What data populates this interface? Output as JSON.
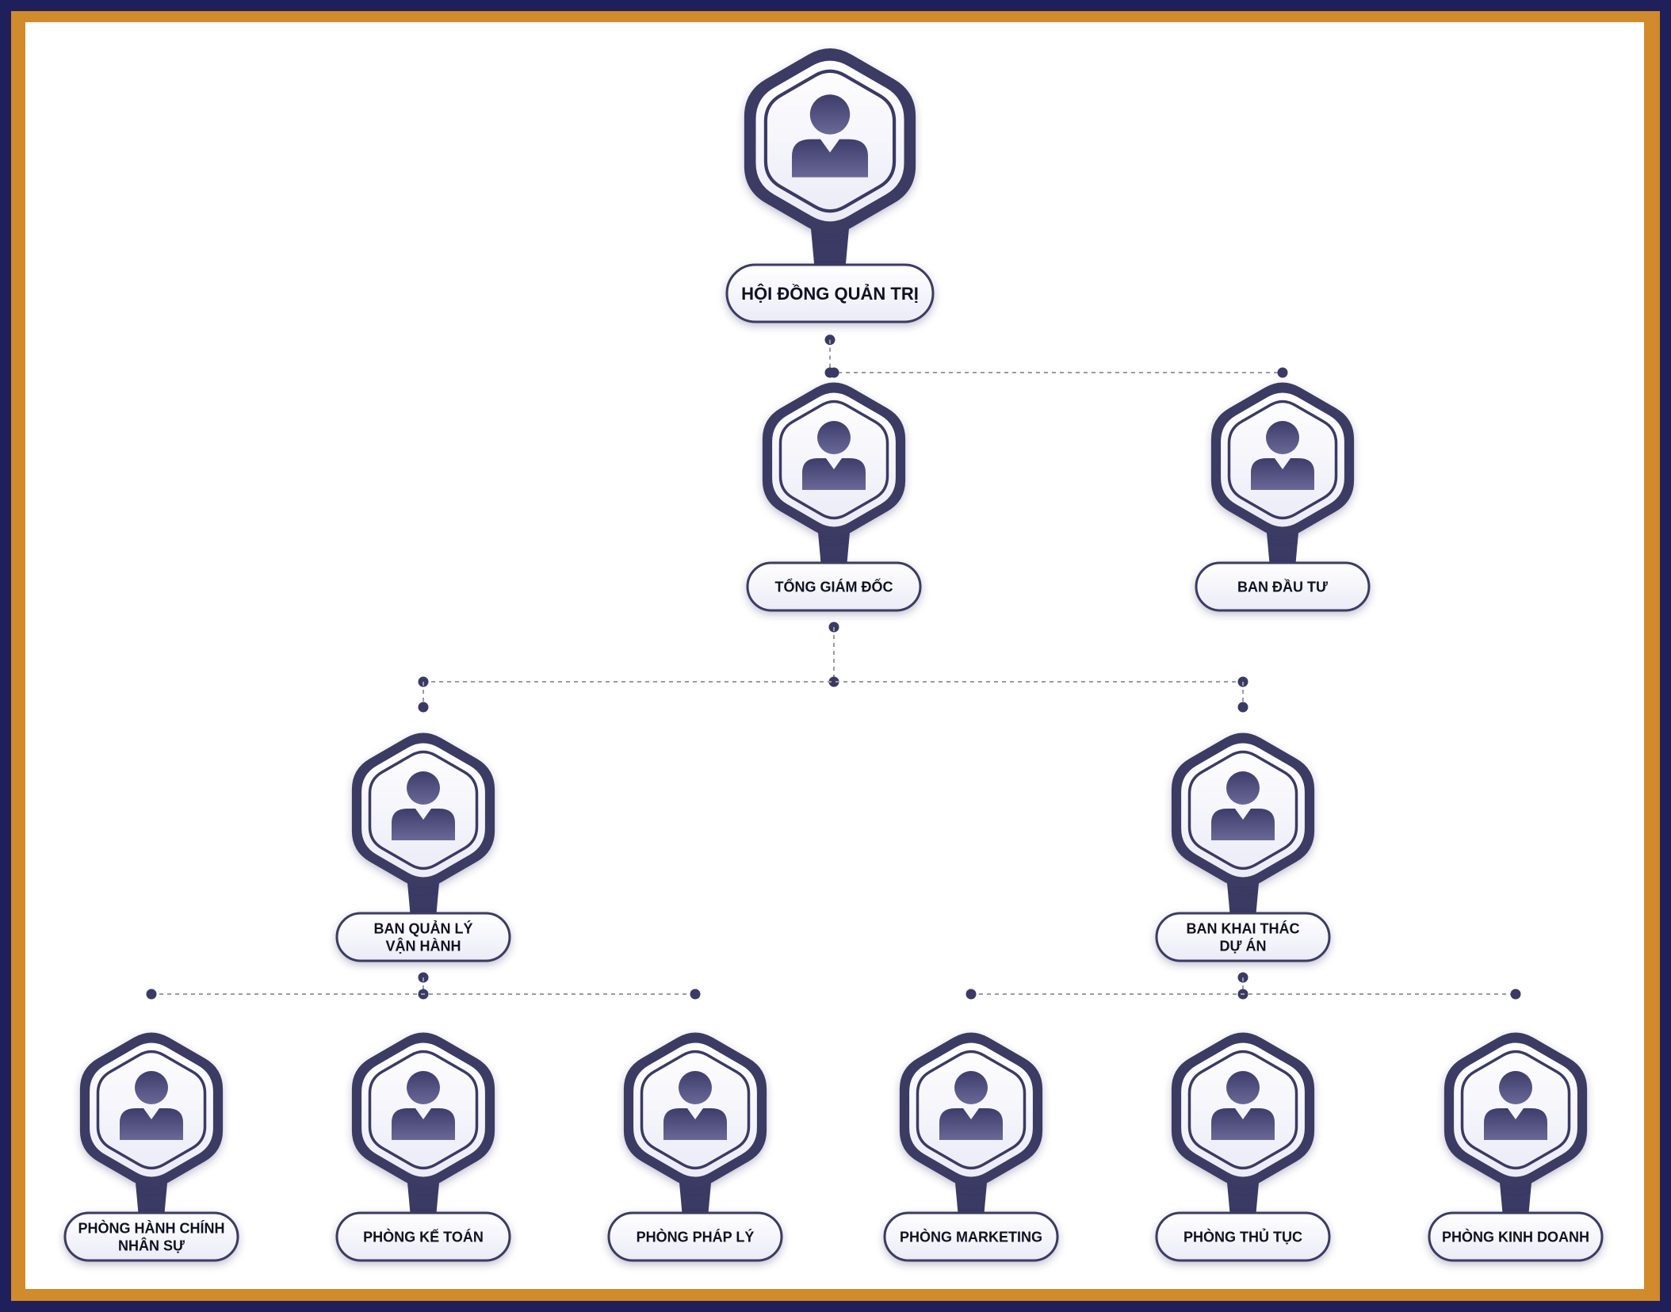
{
  "chart_data": {
    "type": "org-chart",
    "colors": {
      "outer_border": "#1f1f5c",
      "gold_border": "#d18a2c",
      "node_dark": "#3b3a64",
      "node_light": "#f3f3fb",
      "avatar": "#4e4c7a",
      "connector": "#9a9aa8",
      "text": "#111122"
    },
    "icon": "person-icon",
    "nodes": [
      {
        "id": "hdqt",
        "lines": [
          "HỘI ĐỒNG QUẢN TRỊ"
        ],
        "parent": null
      },
      {
        "id": "tgd",
        "lines": [
          "TỔNG GIÁM ĐỐC"
        ],
        "parent": "hdqt"
      },
      {
        "id": "bdt",
        "lines": [
          "BAN ĐẦU TƯ"
        ],
        "parent": "hdqt"
      },
      {
        "id": "bqlvh",
        "lines": [
          "BAN QUẢN LÝ",
          "VẬN HÀNH"
        ],
        "parent": "tgd"
      },
      {
        "id": "bktda",
        "lines": [
          "BAN KHAI THÁC",
          "DỰ ÁN"
        ],
        "parent": "tgd"
      },
      {
        "id": "phcns",
        "lines": [
          "PHÒNG HÀNH CHÍNH",
          "NHÂN SỰ"
        ],
        "parent": "bqlvh"
      },
      {
        "id": "pkt",
        "lines": [
          "PHÒNG KẾ TOÁN"
        ],
        "parent": "bqlvh"
      },
      {
        "id": "ppl",
        "lines": [
          "PHÒNG PHÁP LÝ"
        ],
        "parent": "bqlvh"
      },
      {
        "id": "pmkt",
        "lines": [
          "PHÒNG MARKETING"
        ],
        "parent": "bktda"
      },
      {
        "id": "ptt",
        "lines": [
          "PHÒNG THỦ TỤC"
        ],
        "parent": "bktda"
      },
      {
        "id": "pkd",
        "lines": [
          "PHÒNG KINH DOANH"
        ],
        "parent": "bktda"
      }
    ]
  }
}
